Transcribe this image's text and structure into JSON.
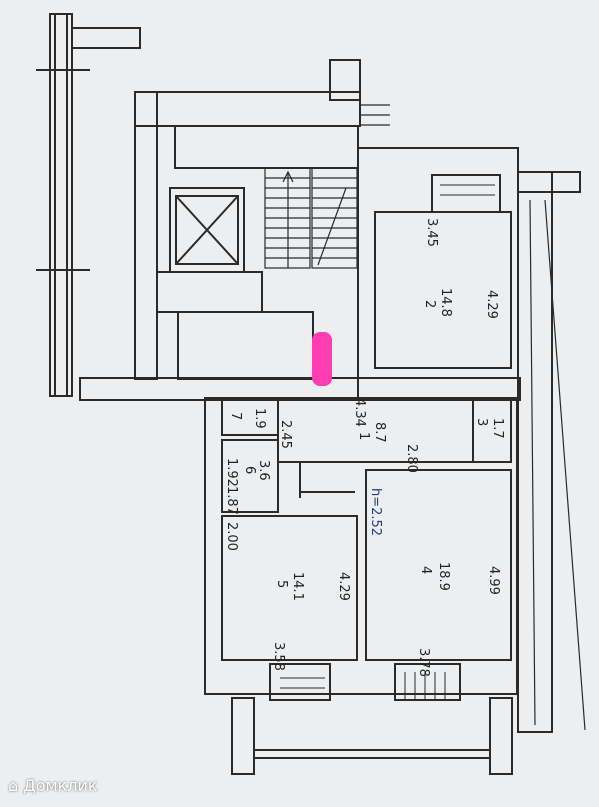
{
  "rooms": [
    {
      "num": "1",
      "area": "8.7"
    },
    {
      "num": "2",
      "area": "14.8"
    },
    {
      "num": "3",
      "area": "1.7"
    },
    {
      "num": "4",
      "area": "18.9"
    },
    {
      "num": "5",
      "area": "14.1"
    },
    {
      "num": "6",
      "area": "3.6"
    },
    {
      "num": "7",
      "area": "1.9"
    }
  ],
  "dimensions": {
    "room2_width": "3.45",
    "room2_length": "4.29",
    "room1_width": "4.34",
    "room1_depth": "2.45",
    "room1_bottom": "2.80",
    "room6_a": "1.92",
    "room6_b": "1.87",
    "room5_top": "2.00",
    "room5_length": "4.29",
    "room5_bottom": "3.58",
    "room4_length": "4.99",
    "room4_bottom": "3.78",
    "ceiling_height": "h=2.52"
  },
  "watermark": "Домклик",
  "colors": {
    "wall": "#2a2a2a",
    "paper": "#eceef0",
    "marker": "#ff3db0",
    "height_label": "#1c3f8c"
  }
}
